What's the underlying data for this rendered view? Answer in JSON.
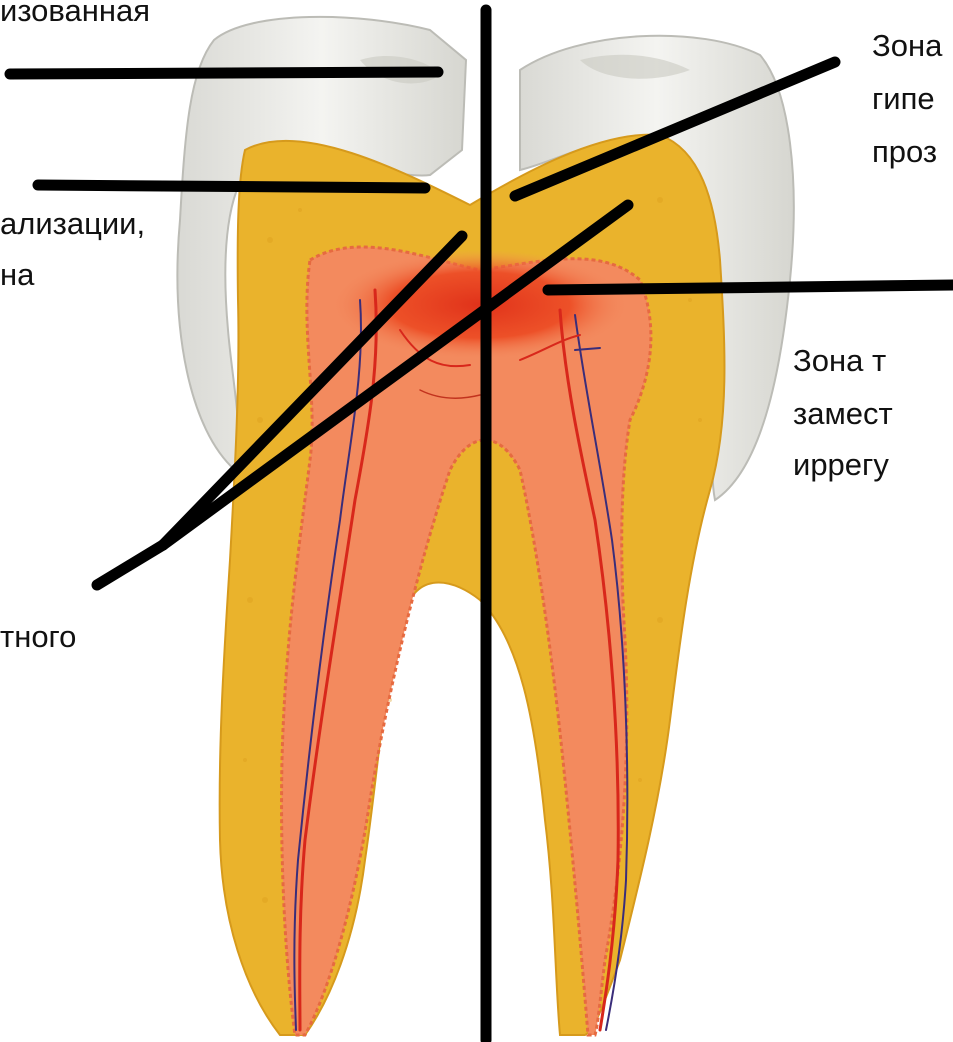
{
  "labels": {
    "top_left_1": "изованная",
    "mid_left_1": "ализации,",
    "mid_left_2": "на",
    "bottom_left_1": "тного",
    "top_right_1": "Зона",
    "top_right_2": "гипе",
    "top_right_3": "проз",
    "mid_right_1": "Зона т",
    "mid_right_2": "замест",
    "mid_right_3": "иррегу"
  },
  "colors": {
    "enamel": "#ededea",
    "dentin": "#eab32c",
    "pulp": "#f38a5e",
    "inflamed_zone": "#e83a1e",
    "vessel_red": "#d8271b",
    "vessel_blue": "#3a2d7a",
    "pointer_line": "#000000"
  }
}
